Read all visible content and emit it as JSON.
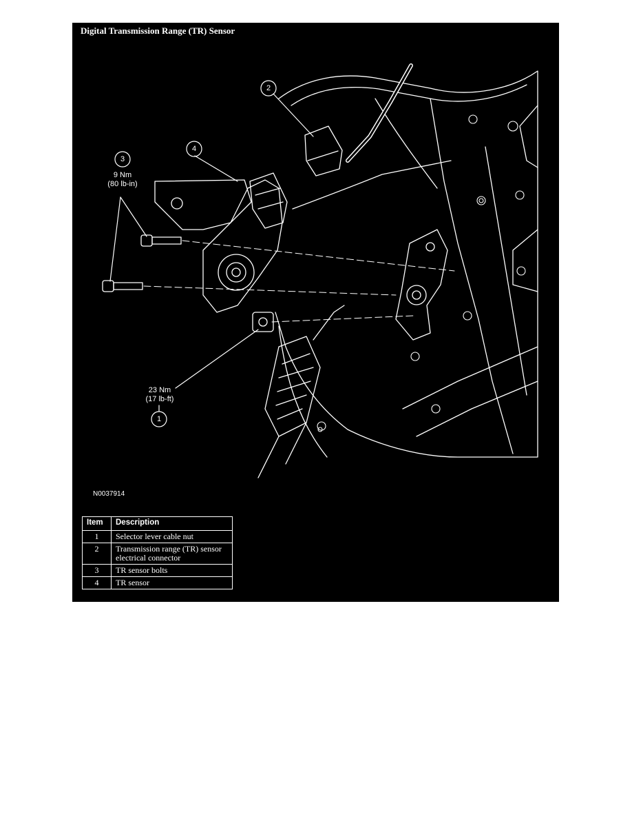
{
  "title": "Digital Transmission Range (TR) Sensor",
  "figure_id": "N0037914",
  "callouts": [
    {
      "number": "1",
      "lines": [
        "23 Nm",
        "(17 lb-ft)"
      ]
    },
    {
      "number": "2",
      "lines": []
    },
    {
      "number": "3",
      "lines": [
        "9 Nm",
        "(80 lb-in)"
      ]
    },
    {
      "number": "4",
      "lines": []
    }
  ],
  "legend": {
    "headers": [
      "Item",
      "Description"
    ],
    "rows": [
      {
        "item": "1",
        "description": "Selector lever cable nut"
      },
      {
        "item": "2",
        "description": "Transmission range (TR) sensor electrical connector"
      },
      {
        "item": "3",
        "description": "TR sensor bolts"
      },
      {
        "item": "4",
        "description": "TR sensor"
      }
    ]
  },
  "colors": {
    "background": "#000000",
    "line": "#ffffff",
    "page": "#ffffff"
  }
}
